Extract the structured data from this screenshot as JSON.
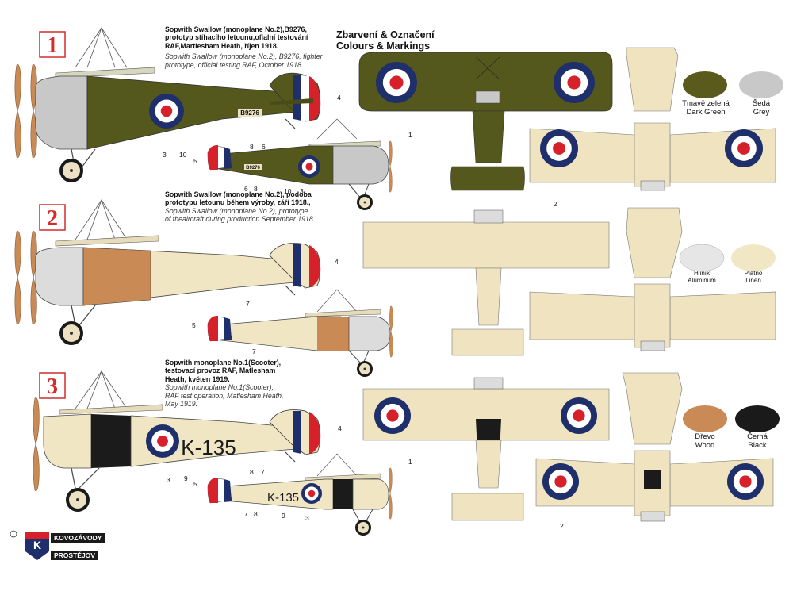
{
  "title": {
    "cz": "Zbarvení & Označení",
    "en": "Colours & Markings"
  },
  "schemes": [
    {
      "number": "1",
      "caption_cz": "Sopwith Swallow (monoplane No.2),B9276, prototyp stíhacího letounu,ofialní testování RAF,Martlesham Heath, říjen 1918.",
      "caption_en": "Sopwith Swallow (monoplane No.2), B9276, fighter prototype, official testing RAF, October 1918.",
      "serial": "B9276",
      "code": ""
    },
    {
      "number": "2",
      "caption_cz": "Sopwith Swallow (monoplane No.2), podoba prototypu letounu během výroby, září 1918.,",
      "caption_en": "Sopwith Swallow (monoplane No.2), prototype of theaircraft during production September 1918.",
      "serial": "",
      "code": ""
    },
    {
      "number": "3",
      "caption_cz": "Sopwith monoplane No.1(Scooter), testovací provoz RAF, Matlesham Heath, květen 1919.",
      "caption_en": "Sopwith monoplane No.1(Scooter), RAF test operation, Matlesham Heath, May 1919.",
      "serial": "",
      "code": "K-135"
    }
  ],
  "swatches": [
    {
      "cz": "Tmavě zelená",
      "en": "Dark Green",
      "color": "#5a5a1c"
    },
    {
      "cz": "Šedá",
      "en": "Grey",
      "color": "#c8c8c8"
    },
    {
      "cz": "Hliník",
      "en": "Aluminum",
      "color": "#e6e6e6"
    },
    {
      "cz": "Plátno",
      "en": "Linen",
      "color": "#f2e7c4"
    },
    {
      "cz": "Dřevo",
      "en": "Wood",
      "color": "#c98a55"
    },
    {
      "cz": "Černá",
      "en": "Black",
      "color": "#1a1a1a"
    }
  ],
  "callouts": {
    "p1_big": [
      "4",
      "3",
      "10",
      "8",
      "6"
    ],
    "p1_small": [
      "5",
      "6",
      "8",
      "10",
      "3"
    ],
    "p1_top": [
      "1"
    ],
    "p1_bottom": [
      "2"
    ],
    "p2_big": [
      "4",
      "7"
    ],
    "p2_small": [
      "5",
      "7"
    ],
    "p3_big": [
      "4",
      "3",
      "9",
      "8",
      "7"
    ],
    "p3_small": [
      "5",
      "7",
      "8",
      "9",
      "3"
    ],
    "p3_top": [
      "1"
    ],
    "p3_bottom": [
      "2"
    ]
  },
  "logo": {
    "line1": "KOVOZÁVODY",
    "line2": "PROSTĚJOV",
    "letter": "K"
  },
  "colors": {
    "dark_green": "#55581d",
    "linen": "#f1e6c4",
    "wood": "#c98a55",
    "grey": "#c9c9c9",
    "aluminium": "#dcdcdc",
    "black": "#1b1b1b",
    "roundel_blue": "#1f2f6b",
    "roundel_red": "#d6202a",
    "number_red": "#d42b2b"
  }
}
